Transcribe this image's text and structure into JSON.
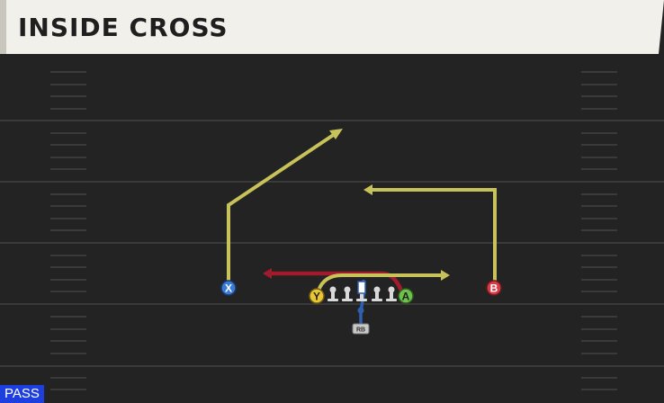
{
  "header": {
    "title": "INSIDE CROSS"
  },
  "badge": {
    "label": "PASS"
  },
  "players": {
    "x": "X",
    "y": "Y",
    "a": "A",
    "b": "B",
    "rb": "RB"
  },
  "colors": {
    "field": "#232323",
    "yard_line": "#3a3a3a",
    "route_primary": "#c8c25a",
    "route_red": "#a01c2c",
    "route_block": "#2f5fb0",
    "player_x": "#3a7ad8",
    "player_y": "#e8c634",
    "player_a": "#6cc24a",
    "player_b": "#d93a46",
    "badge": "#1d3fe0"
  }
}
